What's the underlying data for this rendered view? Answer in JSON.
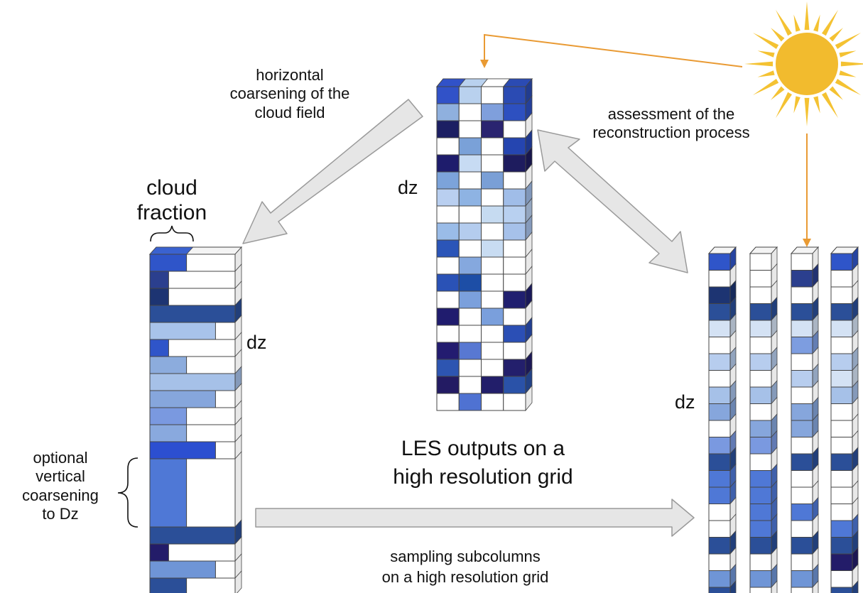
{
  "labels": {
    "horizontal_coarsening": [
      "horizontal",
      "coarsening of the",
      "cloud field"
    ],
    "assessment": [
      "assessment of the",
      "reconstruction process"
    ],
    "cloud_fraction": [
      "cloud",
      "fraction"
    ],
    "dz_center": "dz",
    "dz_left": "dz",
    "dz_right": "dz",
    "les_outputs": [
      "LES outputs on a",
      "high resolution grid"
    ],
    "optional_vertical": [
      "optional",
      "vertical",
      "coarsening",
      "to Dz"
    ],
    "sampling": [
      "sampling subcolumns",
      "on a high resolution grid"
    ]
  },
  "colors": {
    "arrow_fill": "#e6e6e6",
    "arrow_stroke": "#9a9a9a",
    "sun": "#f2bb2e",
    "sun_ray": "#f4c232",
    "sun_line": "#e99a33",
    "cell_white": "#ffffff",
    "cell_outline": "#444444",
    "side_face": "#e8e8e8"
  },
  "icons": {
    "sun": "sun-icon"
  },
  "les_grid": [
    [
      "#3152c8",
      "#b9d1ee",
      "#ffffff",
      "#2b4bb3"
    ],
    [
      "#8fb0de",
      "#ffffff",
      "#7f9fdc",
      "#2d50c0"
    ],
    [
      "#1c1f63",
      "#ffffff",
      "#2a2470",
      "#ffffff"
    ],
    [
      "#ffffff",
      "#7aa1d8",
      "#ffffff",
      "#2545b0"
    ],
    [
      "#1e1c6c",
      "#c7dbf3",
      "#ffffff",
      "#1e1c5e"
    ],
    [
      "#7ca3da",
      "#ffffff",
      "#7a9fd6",
      "#ffffff"
    ],
    [
      "#b9cff0",
      "#8eb3e3",
      "#ffffff",
      "#a0bde8"
    ],
    [
      "#ffffff",
      "#ffffff",
      "#c6dbf1",
      "#b8d0f0"
    ],
    [
      "#9abce8",
      "#b4ccee",
      "#ffffff",
      "#a6c1ea"
    ],
    [
      "#2b55b8",
      "#ffffff",
      "#c8dcf2",
      "#ffffff"
    ],
    [
      "#ffffff",
      "#85a8de",
      "#ffffff",
      "#ffffff"
    ],
    [
      "#2a52b6",
      "#1d4ea6",
      "#ffffff",
      "#ffffff"
    ],
    [
      "#ffffff",
      "#7ba0dc",
      "#ffffff",
      "#201f6f"
    ],
    [
      "#201c6e",
      "#ffffff",
      "#7a9fdc",
      "#ffffff"
    ],
    [
      "#ffffff",
      "#ffffff",
      "#ffffff",
      "#2b4fb5"
    ],
    [
      "#231c70",
      "#5878d2",
      "#ffffff",
      "#ffffff"
    ],
    [
      "#2d55b1",
      "#ffffff",
      "#ffffff",
      "#231f6c"
    ],
    [
      "#231b63",
      "#ffffff",
      "#221e6a",
      "#2a52a8"
    ],
    [
      "#ffffff",
      "#4f72d2",
      "#ffffff",
      "#ffffff"
    ]
  ],
  "coarse_rows": [
    {
      "color": "#2f55c9",
      "frac": 0.43
    },
    {
      "color": "#2b3f8e",
      "frac": 0.22
    },
    {
      "color": "#1d3472",
      "frac": 0.22
    },
    {
      "color": "#2b4f98",
      "frac": 1.0
    },
    {
      "color": "#a8c3ea",
      "frac": 0.77
    },
    {
      "color": "#2f55c9",
      "frac": 0.22
    },
    {
      "color": "#8cacdd",
      "frac": 0.43
    },
    {
      "color": "#a6c1e8",
      "frac": 1.0
    },
    {
      "color": "#86a6dc",
      "frac": 0.77
    },
    {
      "color": "#7a99e0",
      "frac": 0.43
    },
    {
      "color": "#89a9de",
      "frac": 0.43
    },
    {
      "color": "#2c4fd0",
      "frac": 0.77
    },
    {
      "color": "#4f78d6",
      "frac": 0.43,
      "span": 4
    },
    {
      "color": "#2b4f98",
      "frac": 1.0
    },
    {
      "color": "#231c69",
      "frac": 0.22
    },
    {
      "color": "#6f95d6",
      "frac": 0.77
    },
    {
      "color": "#2b4f98",
      "frac": 0.43
    }
  ],
  "subcolumns": [
    [
      "#2f55c9",
      "#ffffff",
      "#1d3472",
      "#2b4f98",
      "#d4e2f4",
      "#ffffff",
      "#b7cdee",
      "#ffffff",
      "#a6c1e8",
      "#86a6dc",
      "#ffffff",
      "#7a99e0",
      "#2b4f98",
      "#4f78d6",
      "#4f78d6",
      "#ffffff",
      "#ffffff",
      "#2b4f98",
      "#ffffff",
      "#6f95d6",
      "#2b4f98"
    ],
    [
      "#ffffff",
      "#ffffff",
      "#ffffff",
      "#2b4f98",
      "#d4e2f4",
      "#ffffff",
      "#b7cdee",
      "#ffffff",
      "#a6c1e8",
      "#ffffff",
      "#86a6dc",
      "#7a99e0",
      "#ffffff",
      "#4f78d6",
      "#4f78d6",
      "#4f78d6",
      "#4f78d6",
      "#2b4f98",
      "#ffffff",
      "#6f95d6",
      "#ffffff"
    ],
    [
      "#ffffff",
      "#2b3f8e",
      "#ffffff",
      "#2b4f98",
      "#d4e2f4",
      "#7d9de0",
      "#ffffff",
      "#b7cdee",
      "#ffffff",
      "#86a6dc",
      "#86a6dc",
      "#ffffff",
      "#2b4f98",
      "#ffffff",
      "#ffffff",
      "#4f78d6",
      "#ffffff",
      "#2b4f98",
      "#ffffff",
      "#6f95d6",
      "#ffffff"
    ],
    [
      "#2f55c9",
      "#ffffff",
      "#ffffff",
      "#2b4f98",
      "#d4e2f4",
      "#ffffff",
      "#b7cdee",
      "#d4e2f4",
      "#a6c1e8",
      "#ffffff",
      "#ffffff",
      "#ffffff",
      "#2b4f98",
      "#ffffff",
      "#ffffff",
      "#ffffff",
      "#4f78d6",
      "#2b4f98",
      "#231c69",
      "#ffffff",
      "#2b4f98"
    ]
  ]
}
